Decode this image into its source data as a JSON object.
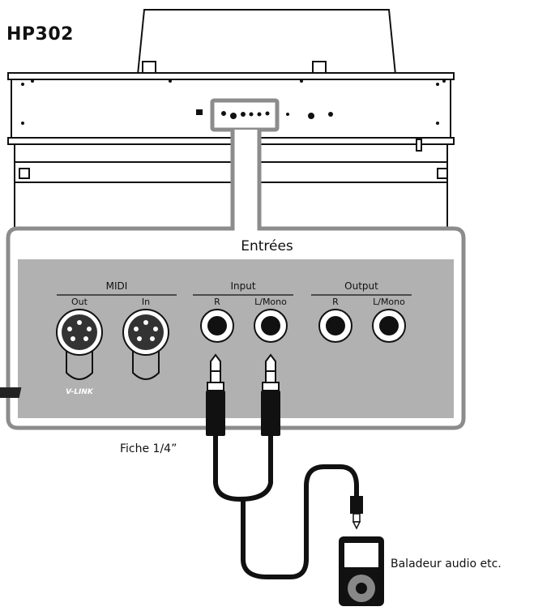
{
  "model": "HP302",
  "panel": {
    "title": "Entrées",
    "midi": {
      "label": "MIDI",
      "out": "Out",
      "in": "In",
      "badge": "V-LINK"
    },
    "input": {
      "label": "Input",
      "r": "R",
      "lmono": "L/Mono"
    },
    "output": {
      "label": "Output",
      "r": "R",
      "lmono": "L/Mono"
    }
  },
  "cable": {
    "plug_label": "Fiche 1/4”"
  },
  "device": {
    "label": "Baladeur audio etc."
  },
  "colors": {
    "panel_bg": "#b1b1b1",
    "outline": "#8c8c8c",
    "ink": "#111111"
  }
}
